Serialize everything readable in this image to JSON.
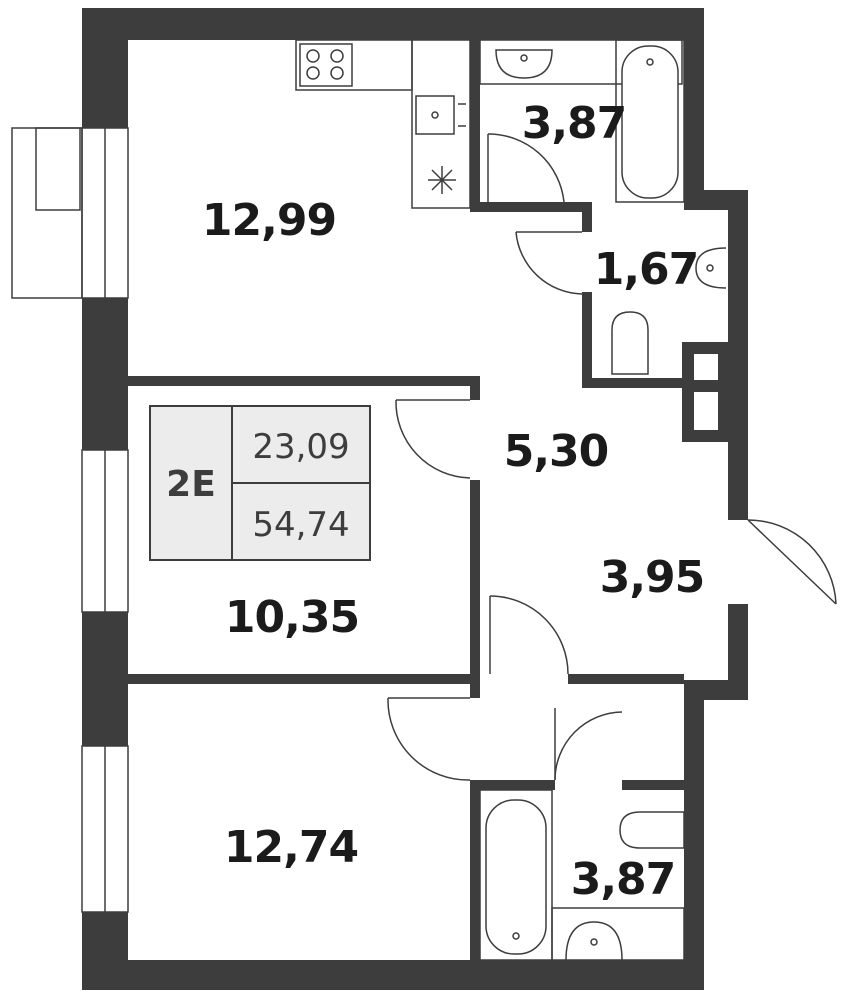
{
  "colors": {
    "wall": "#3d3d3d",
    "legend_fill": "#ececec",
    "text": "#1b1b1b"
  },
  "legend": {
    "type_code": "2E",
    "living_area": "23,09",
    "total_area": "54,74"
  },
  "rooms": {
    "kitchen": "12,99",
    "bathroom_top": "3,87",
    "wc": "1,67",
    "hall": "5,30",
    "corridor": "3,95",
    "bedroom_1": "10,35",
    "bedroom_2": "12,74",
    "bathroom_bottom": "3,87"
  },
  "icons": {
    "stove": "stove-icon",
    "kitchen_sink": "kitchen-sink-icon",
    "fridge": "fridge-icon",
    "bathtub": "bathtub-icon",
    "washbasin": "washbasin-icon",
    "toilet": "toilet-icon"
  }
}
